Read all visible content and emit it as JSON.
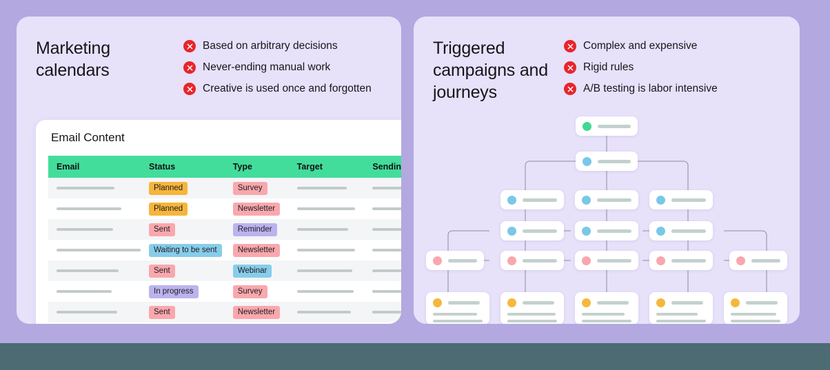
{
  "canvas": {
    "bg": "#b3a9e0",
    "footer_color": "#4c6b73"
  },
  "left_panel": {
    "title": "Marketing\ncalendars",
    "bullet_icon": "x-circle-icon",
    "bullets": [
      "Based on arbitrary decisions",
      "Never-ending manual work",
      "Creative is used once and forgotten"
    ],
    "table_card": {
      "title": "Email Content",
      "header_color": "#43dd9b",
      "columns": [
        "Email",
        "Status",
        "Type",
        "Target",
        "Sending"
      ],
      "rows": [
        {
          "status": "Planned",
          "status_color": "#f6b53b",
          "type": "Survey",
          "type_color": "#f9a8ad"
        },
        {
          "status": "Planned",
          "status_color": "#f6b53b",
          "type": "Newsletter",
          "type_color": "#f9a8ad"
        },
        {
          "status": "Sent",
          "status_color": "#f9a8ad",
          "type": "Reminder",
          "type_color": "#bcb3ee"
        },
        {
          "status": "Waiting to be sent",
          "status_color": "#87cdea",
          "type": "Newsletter",
          "type_color": "#f9a8ad"
        },
        {
          "status": "Sent",
          "status_color": "#f9a8ad",
          "type": "Webinar",
          "type_color": "#87cdea"
        },
        {
          "status": "In progress",
          "status_color": "#bcb3ee",
          "type": "Survey",
          "type_color": "#f9a8ad"
        },
        {
          "status": "Sent",
          "status_color": "#f9a8ad",
          "type": "Newsletter",
          "type_color": "#f9a8ad"
        }
      ]
    }
  },
  "right_panel": {
    "title": "Triggered\ncampaigns and\njourneys",
    "bullet_icon": "x-circle-icon",
    "bullets": [
      "Complex and expensive",
      "Rigid rules",
      "A/B testing is labor intensive"
    ],
    "diagram": {
      "name": "journey-tree-diagram",
      "dot_colors": {
        "root": "#3ed995",
        "branch": "#79c8e8",
        "action": "#f8a7ad",
        "leaf": "#f6b73c"
      },
      "levels": [
        {
          "kind": "root",
          "count": 1
        },
        {
          "kind": "branch",
          "count": 1
        },
        {
          "kind": "branch",
          "count": 3
        },
        {
          "kind": "branch",
          "count": 3
        },
        {
          "kind": "action",
          "count": 5
        },
        {
          "kind": "leaf",
          "count": 5
        }
      ]
    }
  }
}
